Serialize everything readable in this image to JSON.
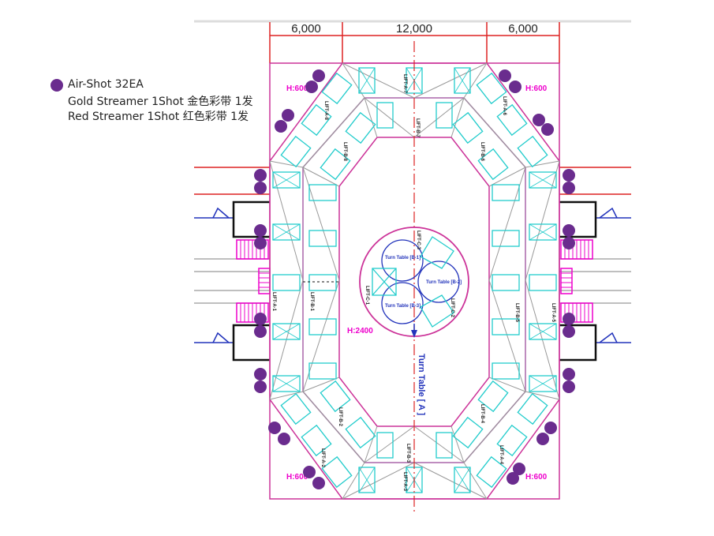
{
  "legend": {
    "item": "Air-Shot 32EA",
    "line2": "Gold Streamer 1Shot 金色彩带 1发",
    "line3": "Red Streamer 1Shot 红色彩带 1发"
  },
  "dimensions": [
    "6,000",
    "12,000",
    "6,000"
  ],
  "heights": {
    "top_left": "H:600",
    "top_right": "H:600",
    "bottom_left": "H:600",
    "bottom_right": "H:600",
    "center": "H:2400"
  },
  "lift_labels": {
    "a7": "LIFT-A-7",
    "a8": "LIFT-A-8",
    "a6": "LIFT-A-6",
    "a1": "LIFT-A-1",
    "a5": "LIFT-A-5",
    "a2": "LIFT-A-2",
    "a3": "LIFT-A-3",
    "a4": "LIFT-A-4",
    "b7": "LIFT-B-7",
    "b8": "LIFT-B-8",
    "b6": "LIFT-B-6",
    "b1": "LIFT-B-1",
    "b5": "LIFT-B-5",
    "b2": "LIFT-B-2",
    "b3": "LIFT-B-3",
    "b4": "LIFT-B-4",
    "c1": "LIFT-C-1",
    "c2": "LIFT-C-2",
    "c3": "LIFT-C-3"
  },
  "turn_tables": {
    "b1": "Turn Table [B-1]",
    "b2": "Turn Table [B-2]",
    "b3": "Turn Table [B-3]",
    "a": "Turn Table [ A ]"
  },
  "colors": {
    "magenta": "#cc3399",
    "cyan": "#22cccc",
    "gray": "#999999",
    "red": "#dd2222",
    "blue": "#2233bb",
    "purple": "#6a2c8e",
    "black": "#111111",
    "hot_pink": "#ee00cc"
  }
}
